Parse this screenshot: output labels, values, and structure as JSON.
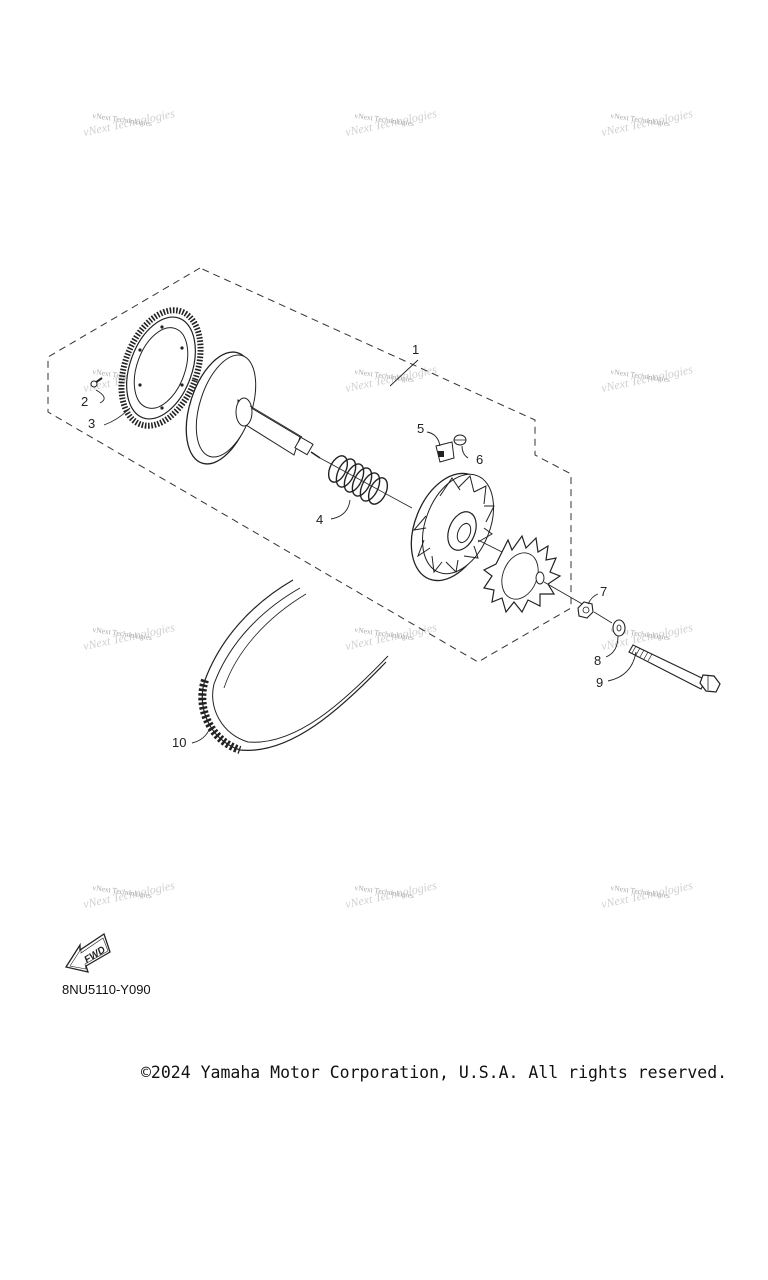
{
  "watermark": {
    "text": "vNext Technologies",
    "rows": 4,
    "columns": 3
  },
  "callouts": [
    {
      "id": "callout-1",
      "number": "1"
    },
    {
      "id": "callout-2",
      "number": "2"
    },
    {
      "id": "callout-3",
      "number": "3"
    },
    {
      "id": "callout-4",
      "number": "4"
    },
    {
      "id": "callout-5",
      "number": "5"
    },
    {
      "id": "callout-6",
      "number": "6"
    },
    {
      "id": "callout-7",
      "number": "7"
    },
    {
      "id": "callout-8",
      "number": "8"
    },
    {
      "id": "callout-9",
      "number": "9"
    },
    {
      "id": "callout-10",
      "number": "10"
    }
  ],
  "fwd_label": "FWD",
  "diagram_code": "8NU5110-Y090",
  "copyright": "©2024 Yamaha Motor Corporation, U.S.A. All rights reserved."
}
